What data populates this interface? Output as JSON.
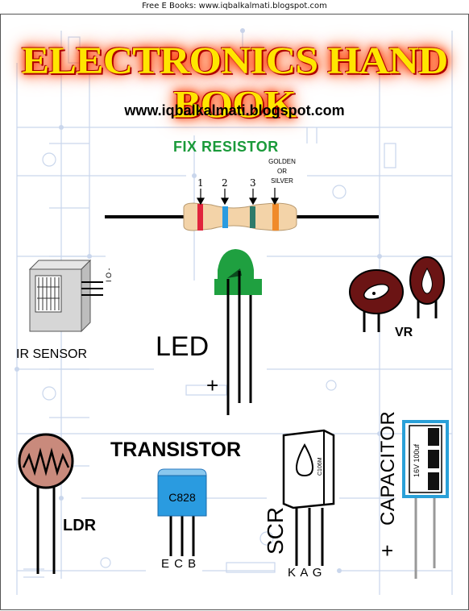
{
  "header": {
    "free_line": "Free E Books: www.iqbalkalmati.blogspot.com"
  },
  "title": "ELECTRONICS HAND BOOK",
  "website": "www.iqbalkalmati.blogspot.com",
  "resistor": {
    "label": "FIX RESISTOR",
    "band_numbers": [
      "1",
      "2",
      "3"
    ],
    "tolerance_note": [
      "GOLDEN",
      "OR",
      "SILVER"
    ],
    "band_colors": [
      "#e0243c",
      "#2a9be0",
      "#2e7a6a",
      "#f08a2a"
    ]
  },
  "components": {
    "ir_sensor": "IR SENSOR",
    "ir_pins": "I O -",
    "led": "LED",
    "led_plus": "+",
    "vr": "VR",
    "transistor": "TRANSISTOR",
    "transistor_code": "C828",
    "transistor_pins": "E C B",
    "ldr": "LDR",
    "scr": "SCR",
    "scr_code": "C106M",
    "scr_pins": "K A G",
    "capacitor": "CAPACITOR",
    "capacitor_value": "16V 100uf",
    "capacitor_plus": "+"
  },
  "colors": {
    "title_fill": "#ffe600",
    "title_glow": "#ff4000",
    "resistor_label": "#1a9a3a",
    "led_green": "#1fa040",
    "vr_brown": "#6b1414",
    "transistor_blue": "#2a9be0",
    "capacitor_frame": "#2aa0d8",
    "ldr_body": "#c98a7c"
  }
}
